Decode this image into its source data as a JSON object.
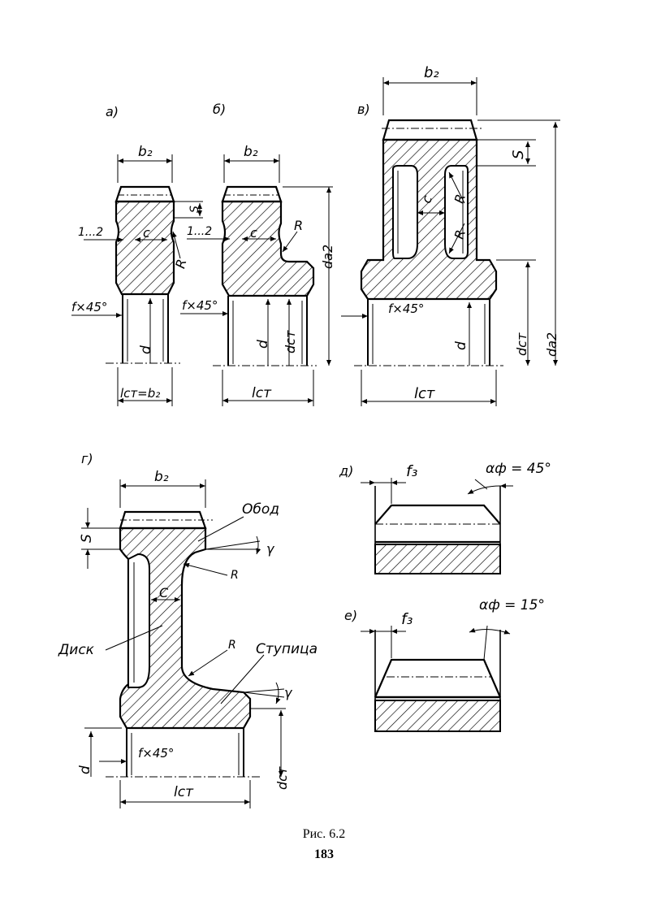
{
  "figure": {
    "caption": "Рис. 6.2",
    "page_number": "183"
  },
  "panels": {
    "a": {
      "tag": "а)",
      "labels": {
        "b2": "b₂",
        "c": "c",
        "rib": "1...2",
        "R": "R",
        "chamfer": "f×45°",
        "d": "d",
        "lct": "lст=b₂"
      }
    },
    "b": {
      "tag": "б)",
      "labels": {
        "b2": "b₂",
        "s": "S",
        "c": "c",
        "rib": "1...2",
        "R": "R",
        "da2": "da2",
        "chamfer": "f×45°",
        "d": "d",
        "dct": "dст",
        "lct": "lст"
      }
    },
    "v": {
      "tag": "в)",
      "labels": {
        "b2": "b₂",
        "s": "S",
        "c": "c",
        "R1": "R",
        "R2": "R",
        "chamfer": "f×45°",
        "d": "d",
        "dct": "dст",
        "da2": "da2",
        "lct": "lст"
      }
    },
    "g": {
      "tag": "г)",
      "labels": {
        "b2": "b₂",
        "s": "S",
        "obod": "Обод",
        "gamma1": "γ",
        "R1": "R",
        "c": "C",
        "disk": "Диск",
        "R2": "R",
        "stupica": "Ступица",
        "gamma2": "γ",
        "chamfer": "f×45°",
        "d": "d",
        "dct": "dст",
        "lct": "lст"
      }
    },
    "d": {
      "tag": "д)",
      "labels": {
        "f3": "f₃",
        "alpha": "αф = 45°"
      }
    },
    "e": {
      "tag": "е)",
      "labels": {
        "f3": "f₃",
        "alpha": "αф = 15°"
      }
    }
  }
}
